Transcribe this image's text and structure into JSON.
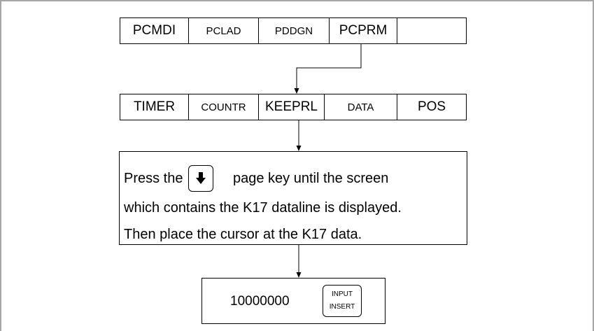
{
  "softkeys_top": [
    "PCMDI",
    "PCLAD",
    "PDDGN",
    "PCPRM",
    ""
  ],
  "softkeys_second": [
    "TIMER",
    "COUNTR",
    "KEEPRL",
    "DATA",
    "POS"
  ],
  "instruction": {
    "line1_before": "Press the",
    "line1_after": "page key until the screen",
    "line2": "which contains the K17 dataline is displayed.",
    "line3": "Then place the cursor at the K17 data.",
    "key_icon": "down-arrow-icon"
  },
  "entry": {
    "value": "10000000",
    "key_line1": "INPUT",
    "key_line2": "INSERT"
  }
}
